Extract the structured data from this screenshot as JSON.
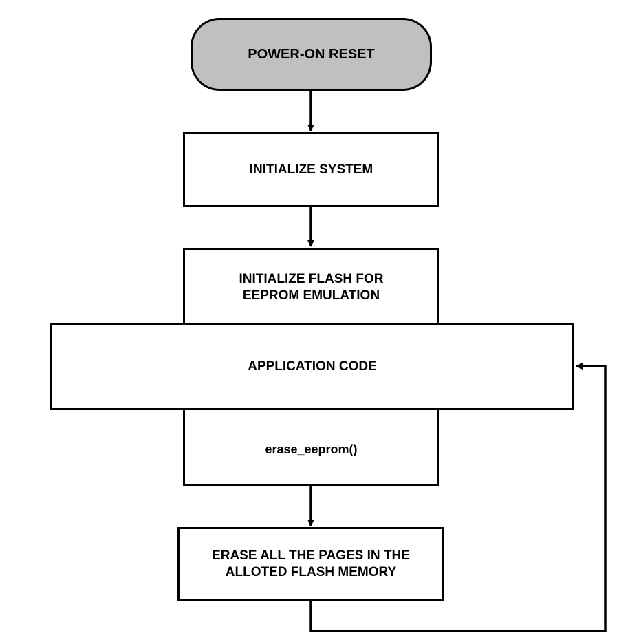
{
  "nodes": {
    "power_on_reset": "POWER-ON RESET",
    "initialize_system": "INITIALIZE SYSTEM",
    "initialize_flash": "INITIALIZE FLASH FOR\nEEPROM EMULATION",
    "application_code": "APPLICATION CODE",
    "erase_eeprom": "erase_eeprom()",
    "erase_all_pages": "ERASE ALL THE PAGES IN THE\nALLOTED FLASH MEMORY"
  },
  "colors": {
    "terminator_fill": "#c0c0c0",
    "process_fill": "#ffffff",
    "stroke": "#000000"
  }
}
